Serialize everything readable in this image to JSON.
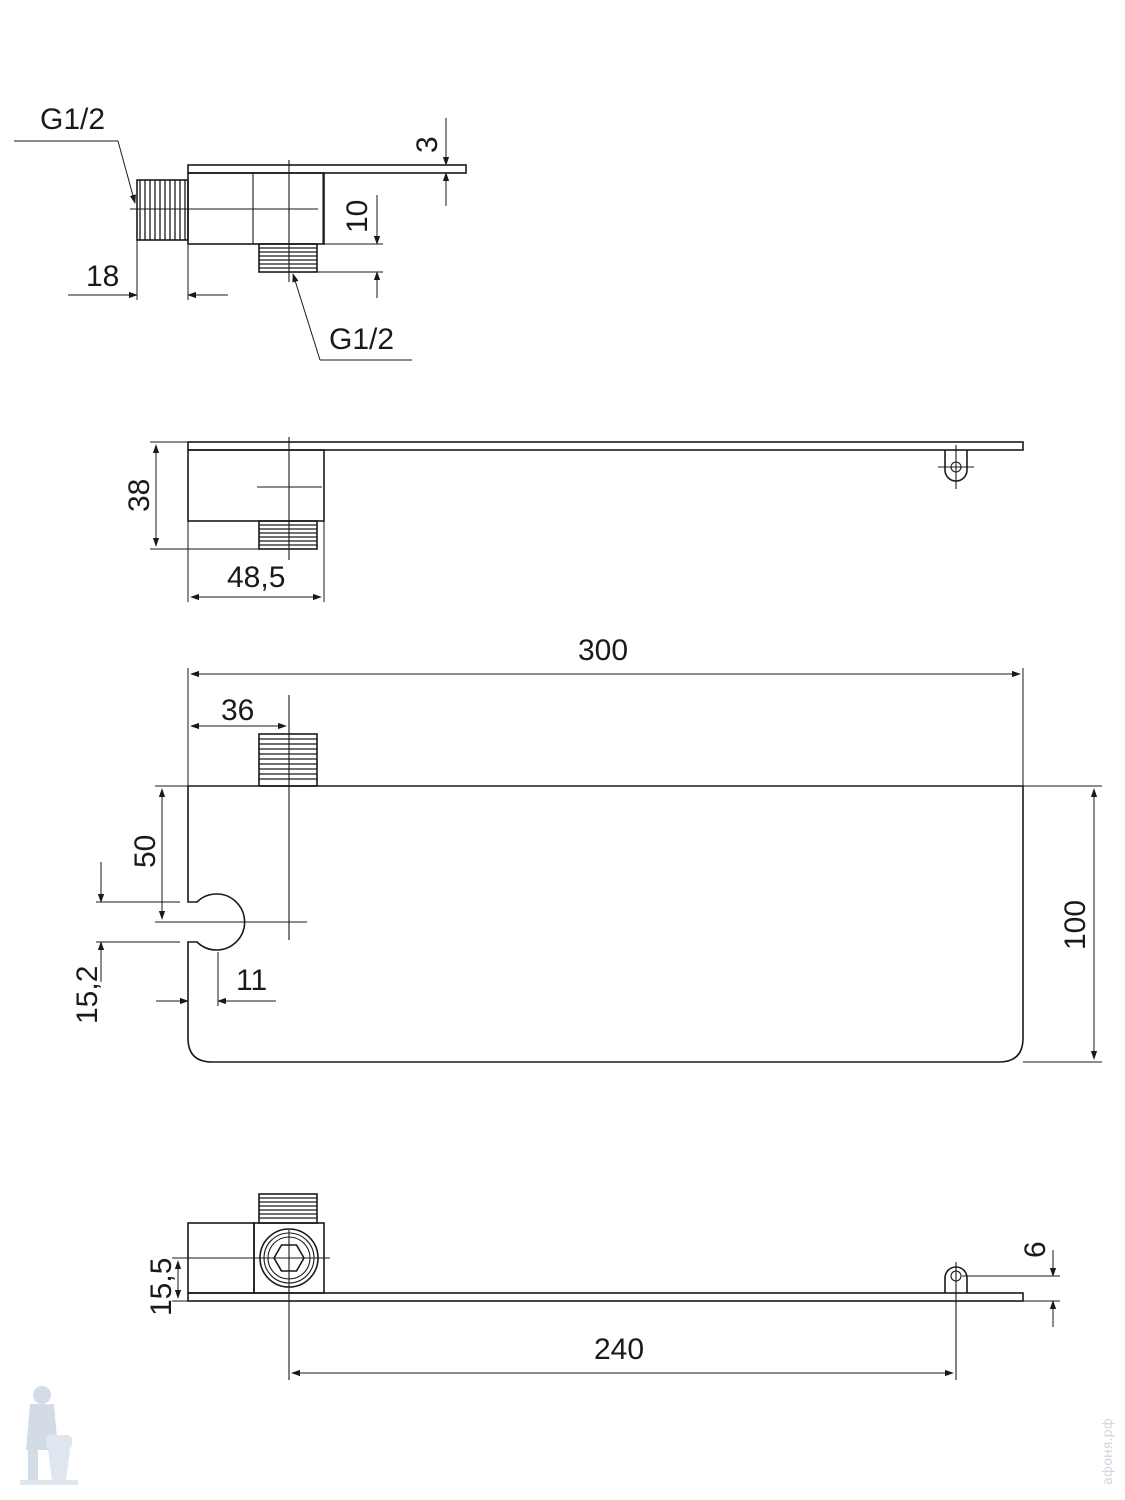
{
  "dimensions": {
    "thread_top": "G1/2",
    "thread_bottom": "G1/2",
    "plate_thickness": "3",
    "outlet_height": "10",
    "thread_length": "18",
    "body_height": "38",
    "body_width": "48,5",
    "overall_length": "300",
    "outlet_offset": "36",
    "slot_depth": "50",
    "slot_width": "15,2",
    "slot_edge": "11",
    "overall_width": "100",
    "axis_height": "15,5",
    "hole_offset": "6",
    "hole_spacing": "240"
  },
  "watermark": {
    "logo": "plumber-logo",
    "text": "афоня.рф"
  }
}
